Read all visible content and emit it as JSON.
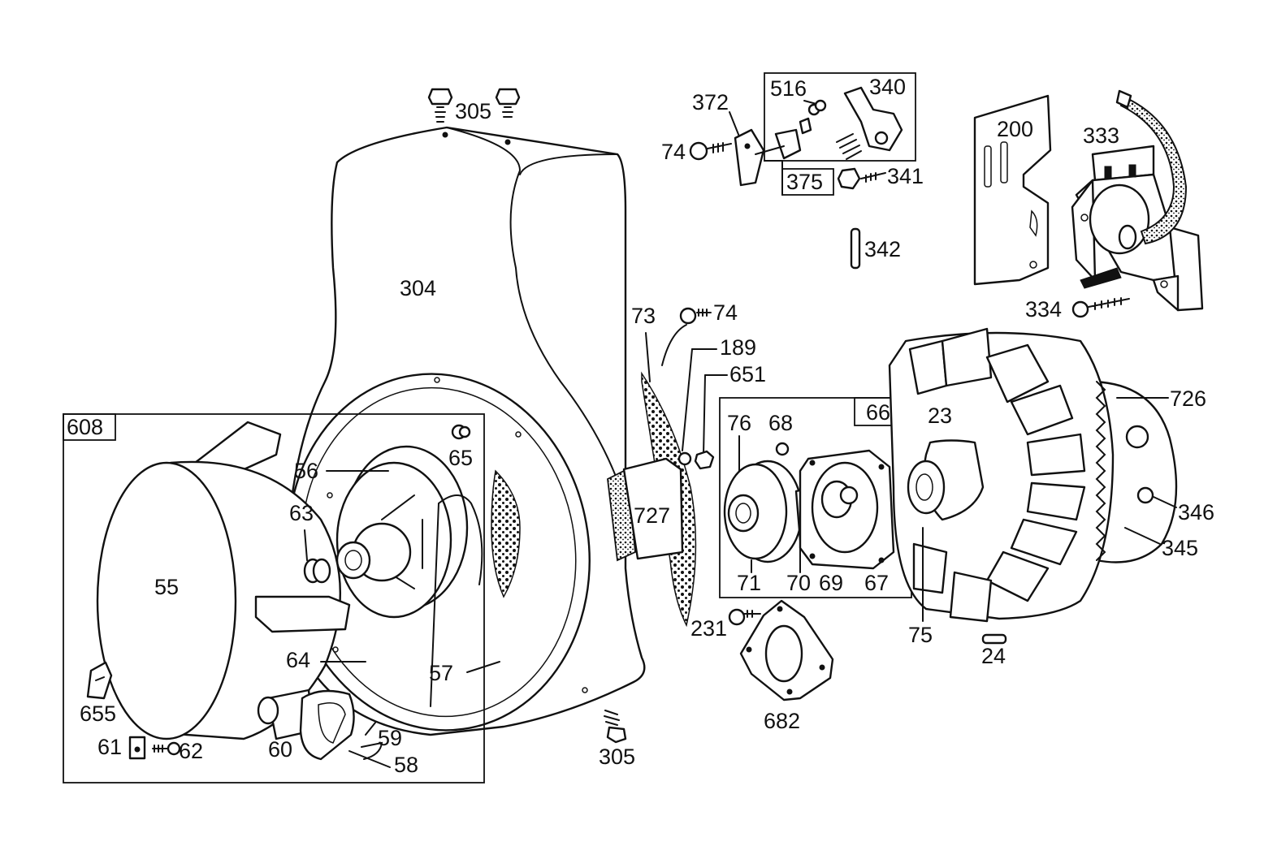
{
  "labels": {
    "l305a": "305",
    "l304": "304",
    "l372": "372",
    "l516": "516",
    "l340": "340",
    "l74a": "74",
    "l375": "375",
    "l341": "341",
    "l342": "342",
    "l200": "200",
    "l333": "333",
    "l334": "334",
    "l73": "73",
    "l74b": "74",
    "l189": "189",
    "l651": "651",
    "l66": "66",
    "l76": "76",
    "l68": "68",
    "l23": "23",
    "l726": "726",
    "l608": "608",
    "l65": "65",
    "l56": "56",
    "l63": "63",
    "l55": "55",
    "l727": "727",
    "l71": "71",
    "l70": "70",
    "l69": "69",
    "l67": "67",
    "l346": "346",
    "l345": "345",
    "l75": "75",
    "l231": "231",
    "l24": "24",
    "l64": "64",
    "l57": "57",
    "l655": "655",
    "l682": "682",
    "l60": "60",
    "l59": "59",
    "l58": "58",
    "l61": "61",
    "l62": "62",
    "l305b": "305"
  }
}
